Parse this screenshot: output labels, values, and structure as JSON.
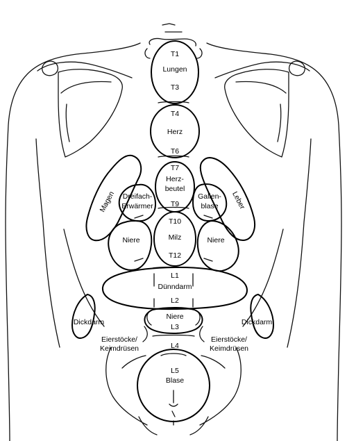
{
  "labels": {
    "t1": "T1",
    "lungen": "Lungen",
    "t3": "T3",
    "t4": "T4",
    "herz": "Herz",
    "t6": "T6",
    "t7": "T7",
    "herzbeutel_1": "Herz-",
    "herzbeutel_2": "beutel",
    "t9": "T9",
    "t10": "T10",
    "milz": "Milz",
    "t12": "T12",
    "l1": "L1",
    "duenndarm": "Dünndarm",
    "l2": "L2",
    "niere_center": "Niere",
    "l3": "L3",
    "l4": "L4",
    "l5": "L5",
    "blase": "Blase",
    "magen": "Magen",
    "leber": "Leber",
    "dreifach_1": "Dreifach-",
    "dreifach_2": "Erwärmer",
    "gallen_1": "Gallen-",
    "gallen_2": "blase",
    "niere_left": "Niere",
    "niere_right": "Niere",
    "dickdarm_left": "Dickdarm",
    "dickdarm_right": "Dickdarm",
    "eierstoecke_left_1": "Eierstöcke/",
    "eierstoecke_left_2": "Keimdrüsen",
    "eierstoecke_right_1": "Eierstöcke/",
    "eierstoecke_right_2": "Keimdrüsen"
  }
}
